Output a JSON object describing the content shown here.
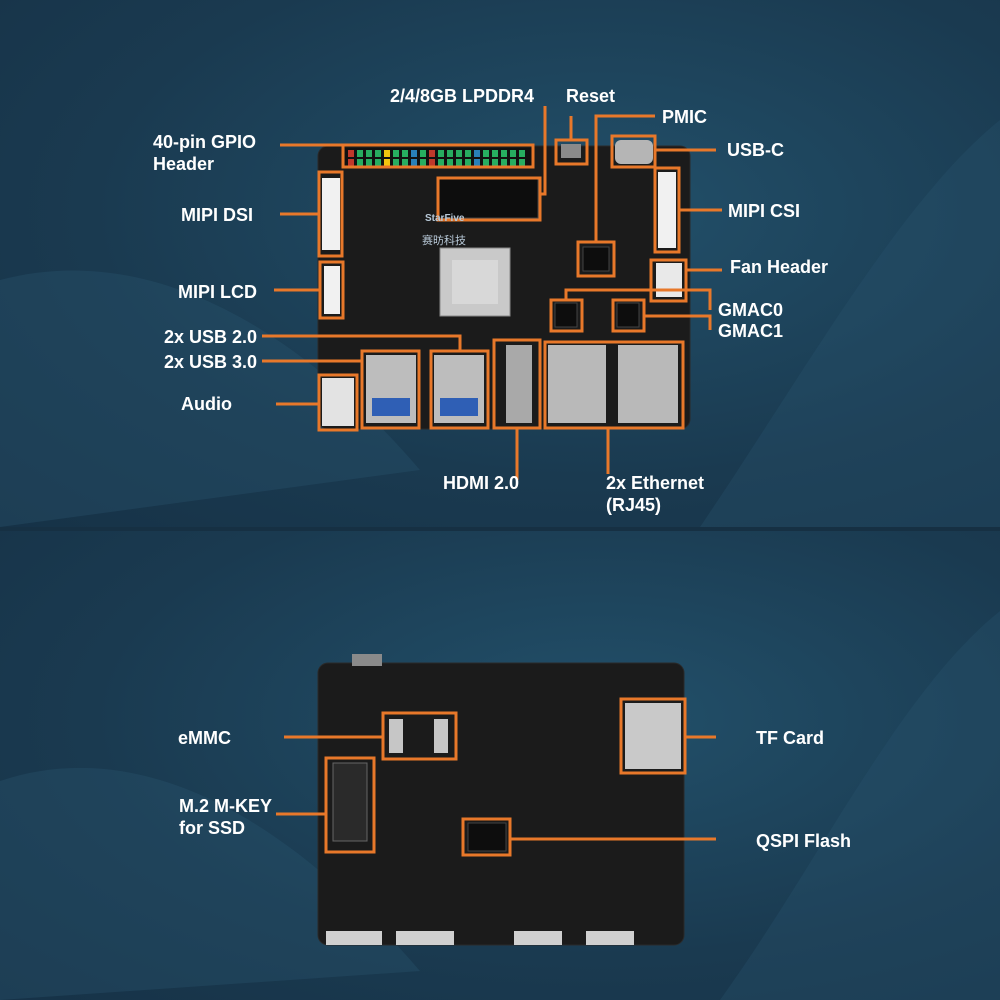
{
  "top": {
    "labels": {
      "lpddr4": "2/4/8GB LPDDR4",
      "reset": "Reset",
      "pmic": "PMIC",
      "gpio": "40-pin GPIO\nHeader",
      "usbc": "USB-C",
      "mipi_dsi": "MIPI DSI",
      "mipi_csi": "MIPI CSI",
      "fan_header": "Fan Header",
      "mipi_lcd": "MIPI LCD",
      "gmac0": "GMAC0",
      "gmac1": "GMAC1",
      "usb2": "2x USB 2.0",
      "usb3": "2x USB 3.0",
      "audio": "Audio",
      "hdmi": "HDMI 2.0",
      "ethernet": "2x Ethernet\n(RJ45)"
    },
    "board_logo": "StarFive",
    "board_logo_cn": "赛昉科技"
  },
  "bottom": {
    "labels": {
      "emmc": "eMMC",
      "tf_card": "TF Card",
      "m2": "M.2 M-KEY\nfor SSD",
      "qspi": "QSPI Flash"
    }
  },
  "colors": {
    "callout": "#e8782a",
    "background": "#1d3f55",
    "board": "#1b1b1b",
    "label_text": "#ffffff"
  }
}
